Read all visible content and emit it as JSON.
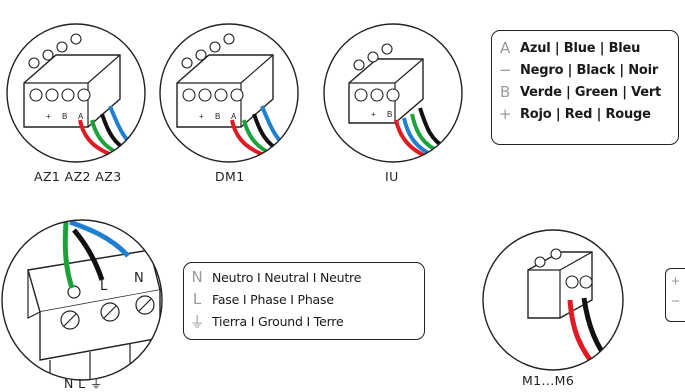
{
  "captions": {
    "az": "AZ1 AZ2 AZ3",
    "dm": "DM1",
    "iu": "IU",
    "power": "N L ⏚",
    "modules": "M1...M6"
  },
  "bus_legend": {
    "items": [
      {
        "symbol": "A",
        "text": "Azul | Blue | Bleu"
      },
      {
        "symbol": "−",
        "text": "Negro | Black | Noir"
      },
      {
        "symbol": "B",
        "text": "Verde | Green | Vert"
      },
      {
        "symbol": "+",
        "text": "Rojo | Red | Rouge"
      }
    ]
  },
  "power_legend": {
    "items": [
      {
        "symbol": "N",
        "text": "Neutro I Neutral I Neutre"
      },
      {
        "symbol": "L",
        "text": "Fase I Phase I Phase"
      },
      {
        "symbol": "⏚",
        "text": "Tierra I Ground I Terre"
      }
    ]
  },
  "mini_legend": {
    "plus": "+",
    "minus": "−"
  },
  "wire_colors": {
    "red": "#e01b24",
    "green": "#1aa33a",
    "black": "#111111",
    "blue": "#1f7fd1"
  }
}
